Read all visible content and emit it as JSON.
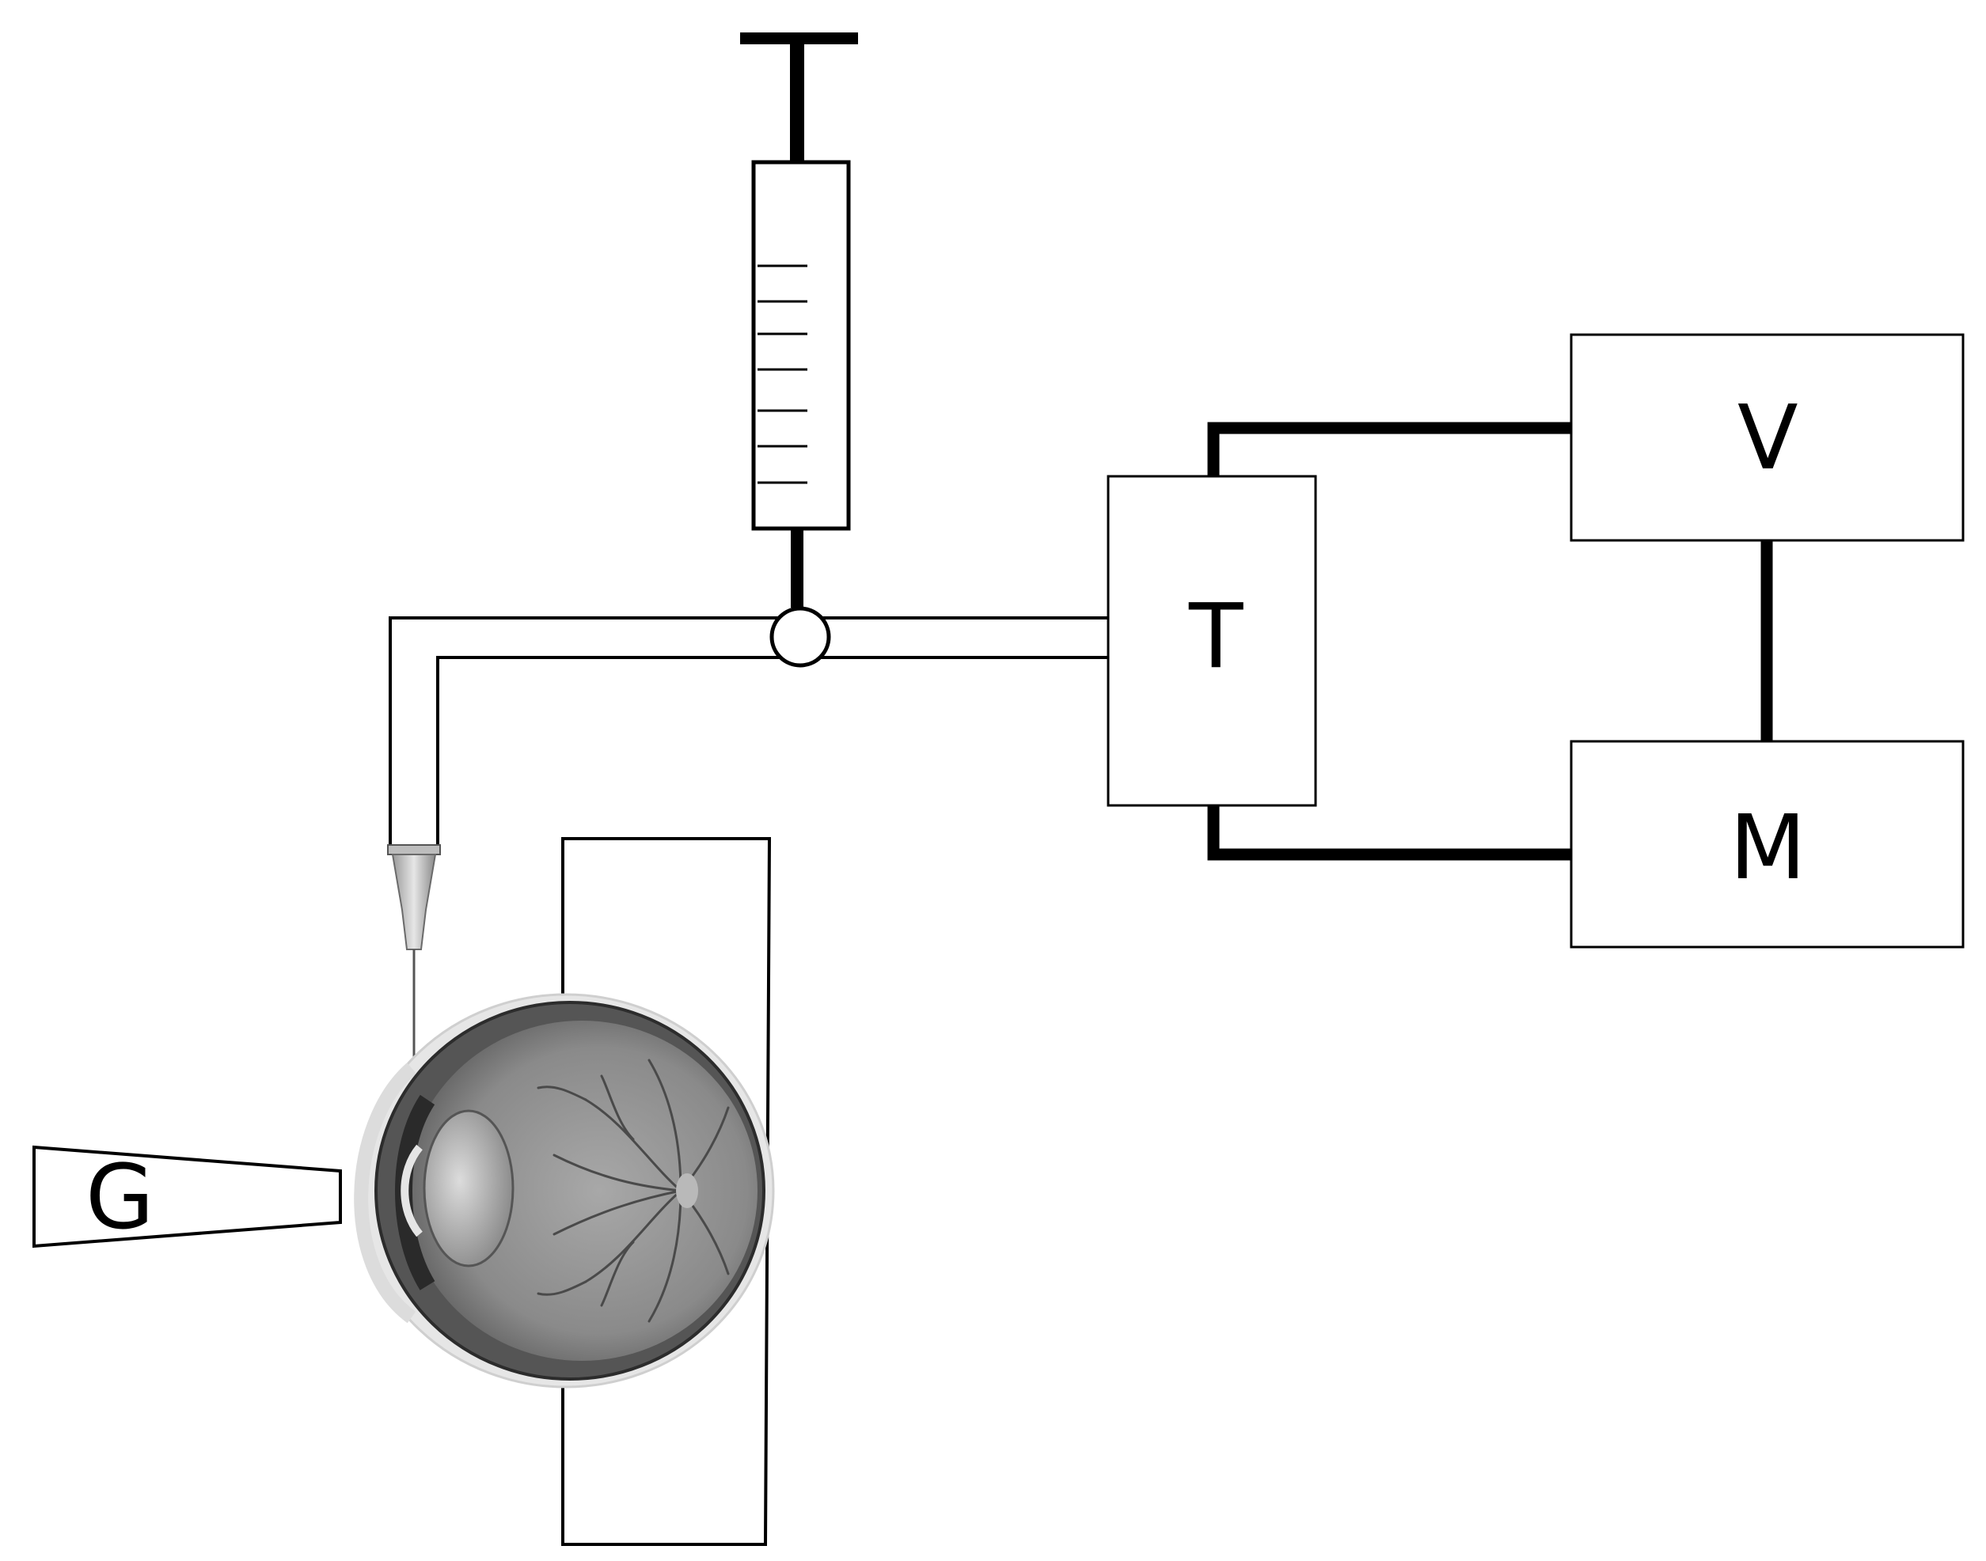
{
  "diagram": {
    "labels": {
      "syringe_label": "",
      "transducer": "T",
      "voltmeter": "V",
      "monitor": "M",
      "gonioscope": "G"
    },
    "colors": {
      "stroke": "#000000",
      "background": "#ffffff",
      "eye_fill": "#8e8e8e",
      "eye_dark": "#3a3a3a",
      "vessel": "#4a4a4a"
    },
    "components": [
      "syringe",
      "stopcock",
      "tubing",
      "needle",
      "eye",
      "holder",
      "transducer",
      "voltmeter",
      "monitor",
      "gonioscope"
    ]
  }
}
